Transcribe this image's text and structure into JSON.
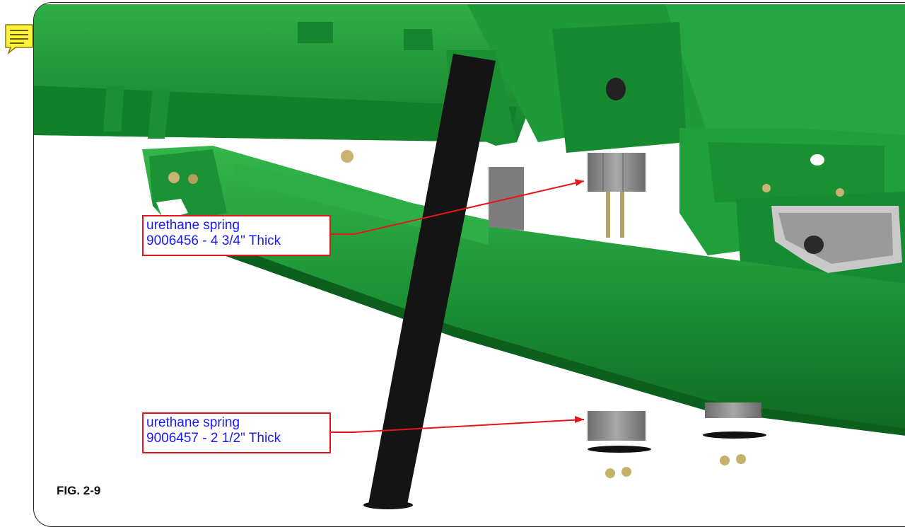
{
  "callouts": [
    {
      "line1": "urethane spring",
      "line2": "9006456 - 4 3/4\" Thick"
    },
    {
      "line1": "urethane spring",
      "line2": "9006457 - 2 1/2\" Thick"
    }
  ],
  "figure": {
    "label": "FIG.  2-9"
  },
  "icons": {
    "note": "sticky-note-icon"
  },
  "colors": {
    "frame_green": "#1f9a3a",
    "frame_green_dark": "#0f6a22",
    "post_black": "#141414",
    "spring_gray": "#8d8d8d",
    "callout_border": "#e8141b",
    "callout_text": "#1a1aff",
    "note_yellow": "#fff23a"
  }
}
